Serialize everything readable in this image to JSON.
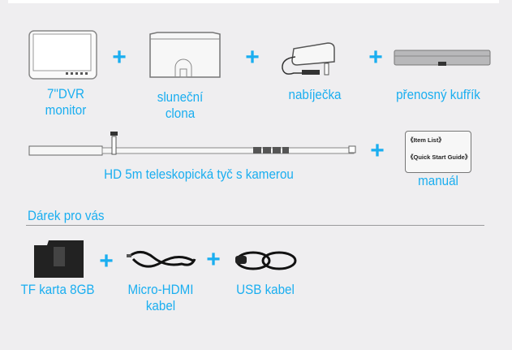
{
  "items": [
    {
      "label_lines": [
        "7\"DVR",
        "monitor"
      ],
      "icon": "monitor-icon"
    },
    {
      "label_lines": [
        "sluneční",
        "clona"
      ],
      "icon": "sunshade-icon"
    },
    {
      "label_lines": [
        "nabíječka"
      ],
      "icon": "charger-icon"
    },
    {
      "label_lines": [
        "přenosný kufřík"
      ],
      "icon": "case-icon"
    },
    {
      "label_lines": [
        "HD 5m teleskopická tyč s kamerou"
      ],
      "icon": "telescopic-pole-icon"
    },
    {
      "label_lines": [
        "manuál"
      ],
      "icon": "manual-icon"
    }
  ],
  "manual_text": [
    "《Item List》",
    "《Quick Start Guide》"
  ],
  "gift": {
    "heading": "Dárek pro vás",
    "items": [
      {
        "label_lines": [
          "TF karta 8GB"
        ],
        "icon": "sd-card-icon"
      },
      {
        "label_lines": [
          "Micro-HDMI",
          "kabel"
        ],
        "icon": "hdmi-cable-icon"
      },
      {
        "label_lines": [
          "USB kabel"
        ],
        "icon": "usb-cable-icon"
      }
    ]
  },
  "plus_sign": "+",
  "colors": {
    "accent": "#1aaef0",
    "background": "#efeef0"
  }
}
